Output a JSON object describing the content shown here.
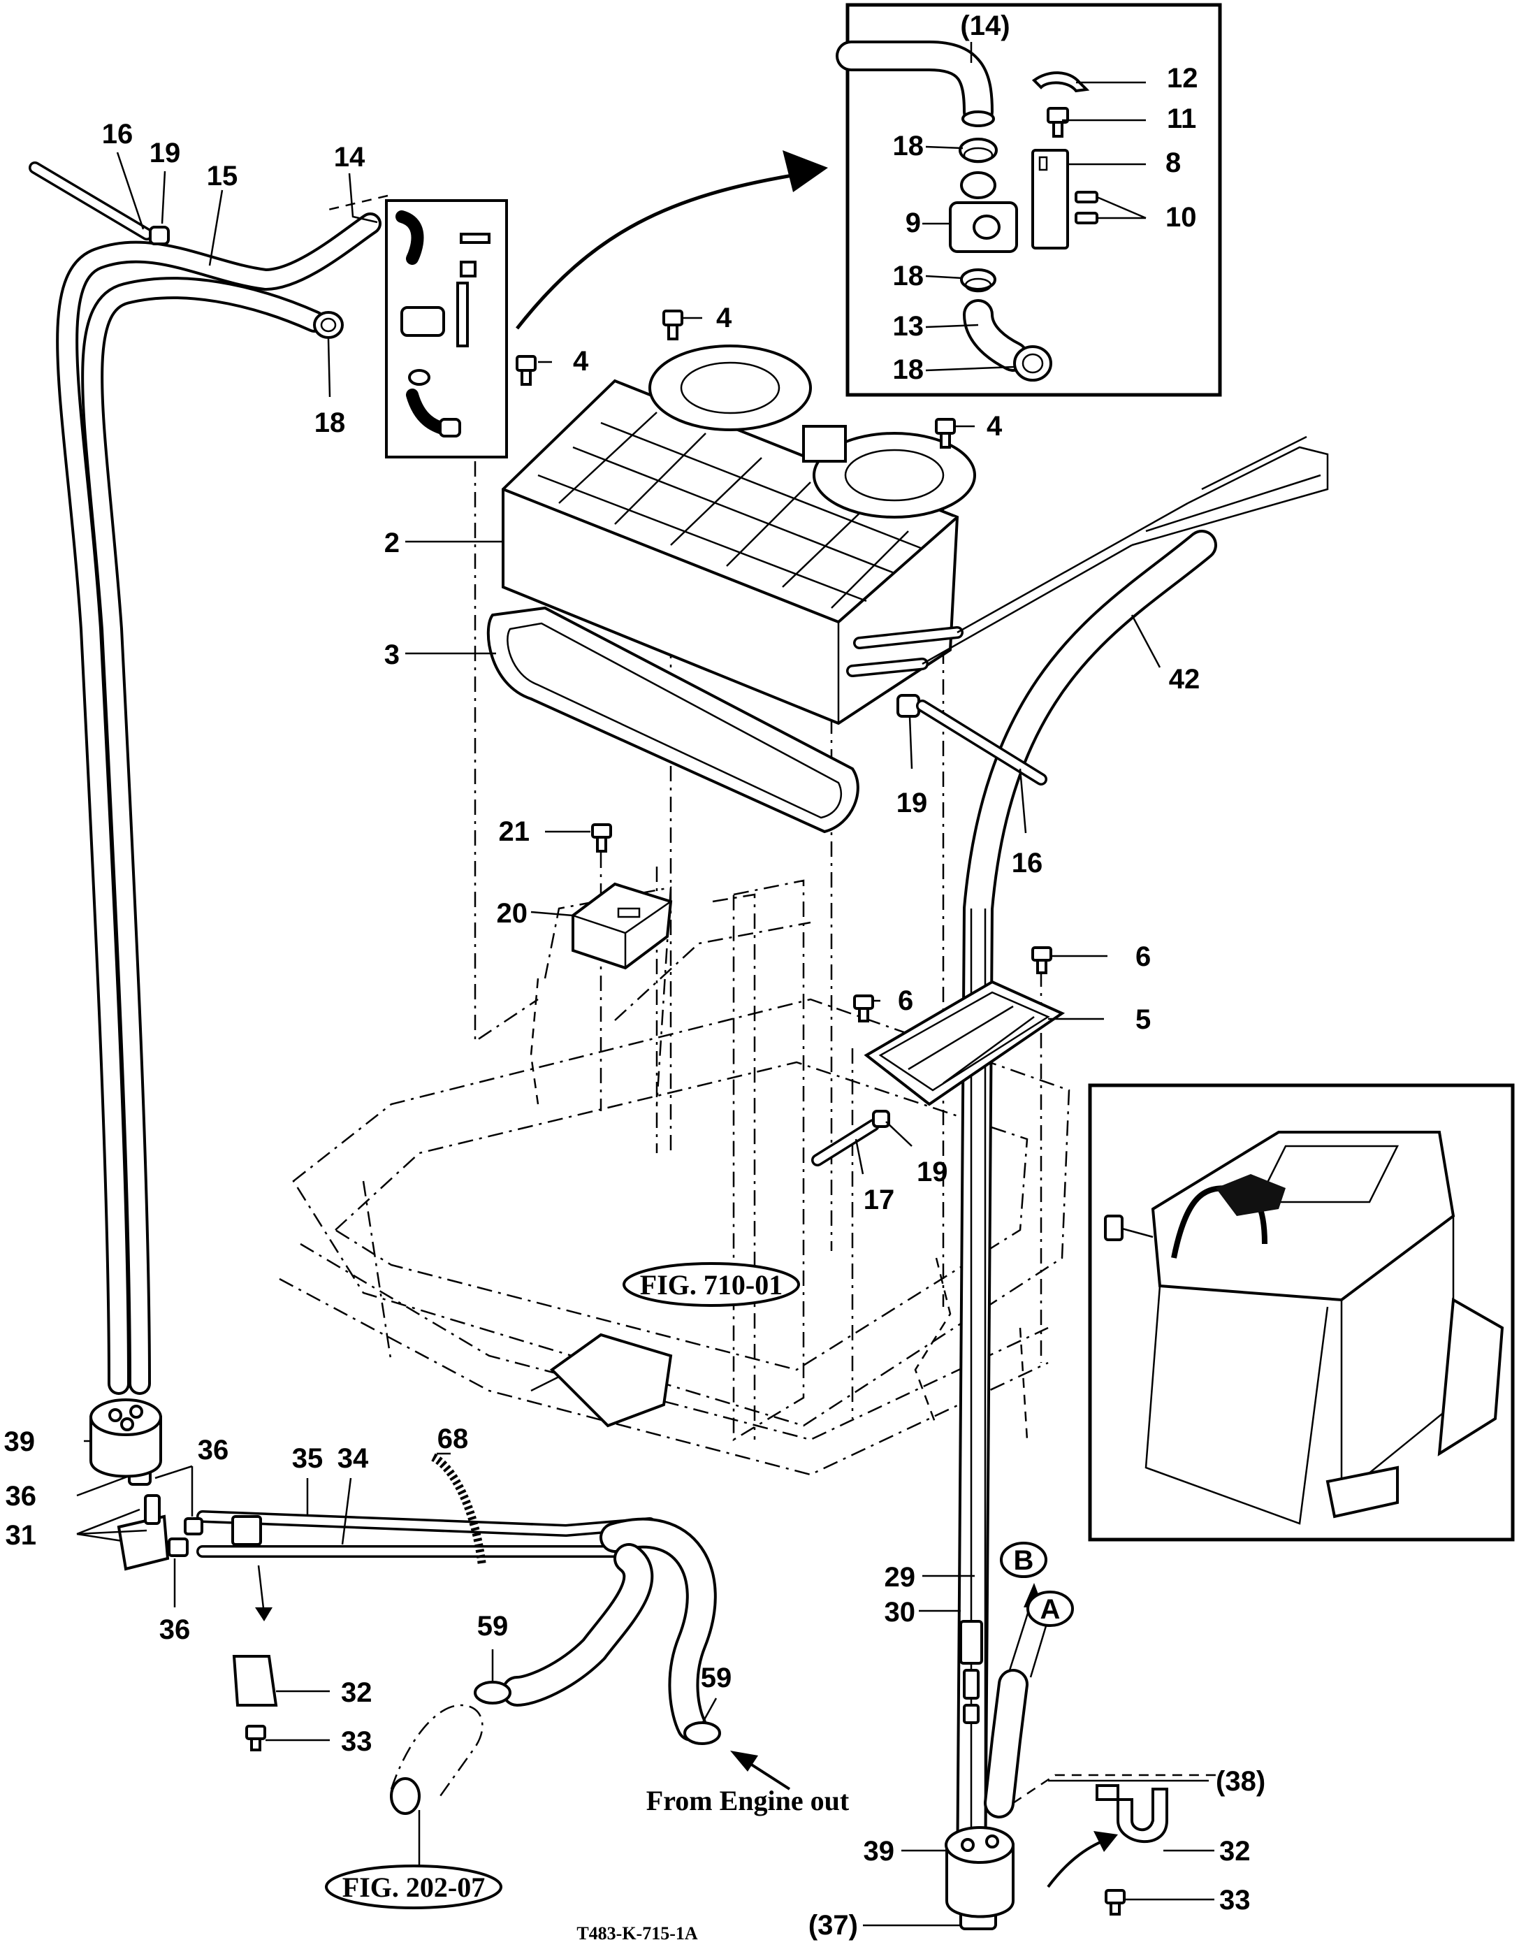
{
  "figure_id": "T483-K-715-1A",
  "references": {
    "fig_710": "FIG. 710-01",
    "fig_202": "FIG. 202-07",
    "from_engine": "From Engine out"
  },
  "connection_markers": [
    "A",
    "B"
  ],
  "callouts": {
    "inset_14": "(14)",
    "inset_12": "12",
    "inset_11": "11",
    "inset_18a": "18",
    "inset_8": "8",
    "inset_9": "9",
    "inset_10": "10",
    "inset_18b": "18",
    "inset_13": "13",
    "inset_18c": "18",
    "p16a": "16",
    "p19a": "19",
    "p15": "15",
    "p14": "14",
    "p18": "18",
    "p4a": "4",
    "p4b": "4",
    "p4c": "4",
    "p2": "2",
    "p3": "3",
    "p42": "42",
    "p19b": "19",
    "p16b": "16",
    "p21": "21",
    "p20": "20",
    "p6a": "6",
    "p6b": "6",
    "p5": "5",
    "p19c": "19",
    "p17": "17",
    "p39a": "39",
    "p36a": "36",
    "p36b": "36",
    "p31": "31",
    "p36c": "36",
    "p35": "35",
    "p34": "34",
    "p68": "68",
    "p32a": "32",
    "p33a": "33",
    "p59a": "59",
    "p59b": "59",
    "p29": "29",
    "p30": "30",
    "p38": "(38)",
    "p39b": "39",
    "p32b": "32",
    "p33b": "33",
    "p37": "(37)"
  }
}
